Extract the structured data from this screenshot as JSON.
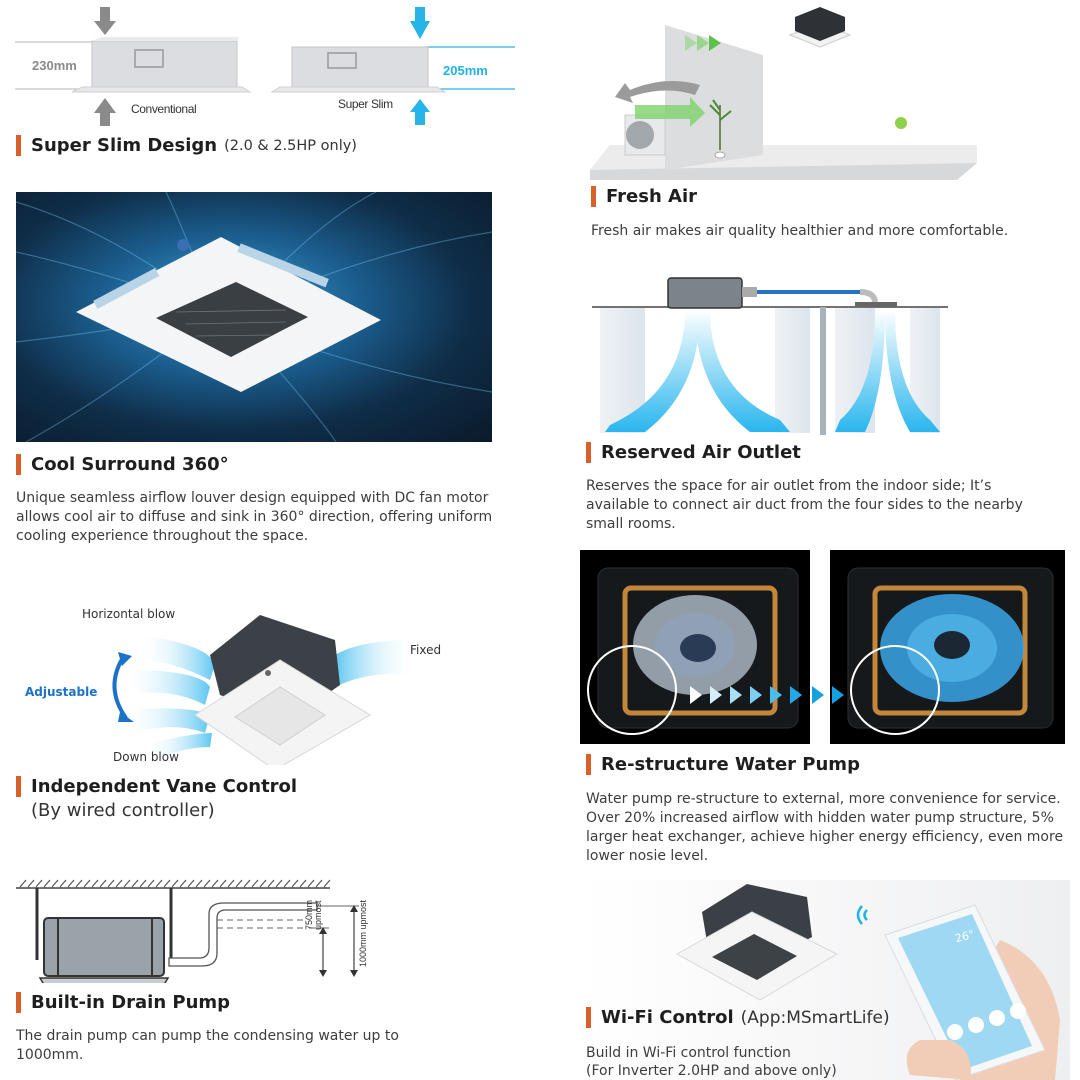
{
  "colors": {
    "accent_bar": "#d9602a",
    "heading": "#1e1e1e",
    "body_text": "#3d3d3d",
    "cyan": "#1fb3e8",
    "adjustable_blue": "#1a73c7"
  },
  "super_slim": {
    "title": "Super Slim Design",
    "subtitle": "(2.0 & 2.5HP only)",
    "conventional_label": "Conventional",
    "conventional_height": "230mm",
    "slim_label": "Super Slim",
    "slim_height": "205mm",
    "icons": [
      "arrow-down-icon",
      "arrow-up-icon"
    ]
  },
  "cool_surround": {
    "title": "Cool Surround 360°",
    "description": "Unique seamless airflow louver design equipped with DC fan motor allows cool air to diffuse and sink in 360° direction, offering uniform cooling experience throughout the space."
  },
  "vane_control": {
    "title": "Independent Vane Control",
    "subtitle": "(By wired controller)",
    "labels": {
      "horizontal": "Horizontal blow",
      "down": "Down blow",
      "adjustable": "Adjustable",
      "fixed": "Fixed"
    }
  },
  "drain_pump": {
    "title": "Built-in Drain Pump",
    "description": "The drain pump can pump the condensing water up to 1000mm.",
    "dim_750": "750mm upmost",
    "dim_1000": "1000mm upmost"
  },
  "fresh_air": {
    "title": "Fresh Air",
    "description": "Fresh air makes air quality healthier and more comfortable."
  },
  "reserved_outlet": {
    "title": "Reserved Air Outlet",
    "description": "Reserves the space for air outlet from the indoor side; It’s available to connect air duct from the four sides to the nearby small rooms."
  },
  "water_pump": {
    "title": "Re-structure Water Pump",
    "description": "Water pump re-structure to external, more convenience for service. Over 20% increased airflow with hidden water pump structure, 5% larger heat exchanger, achieve higher energy efficiency, even more lower nosie level."
  },
  "wifi": {
    "title": "Wi-Fi Control",
    "subtitle": "(App:MSmartLife)",
    "description_line1": "Build in Wi-Fi control function",
    "description_line2": "(For Inverter 2.0HP and above only)",
    "phone_temp": "26°"
  }
}
